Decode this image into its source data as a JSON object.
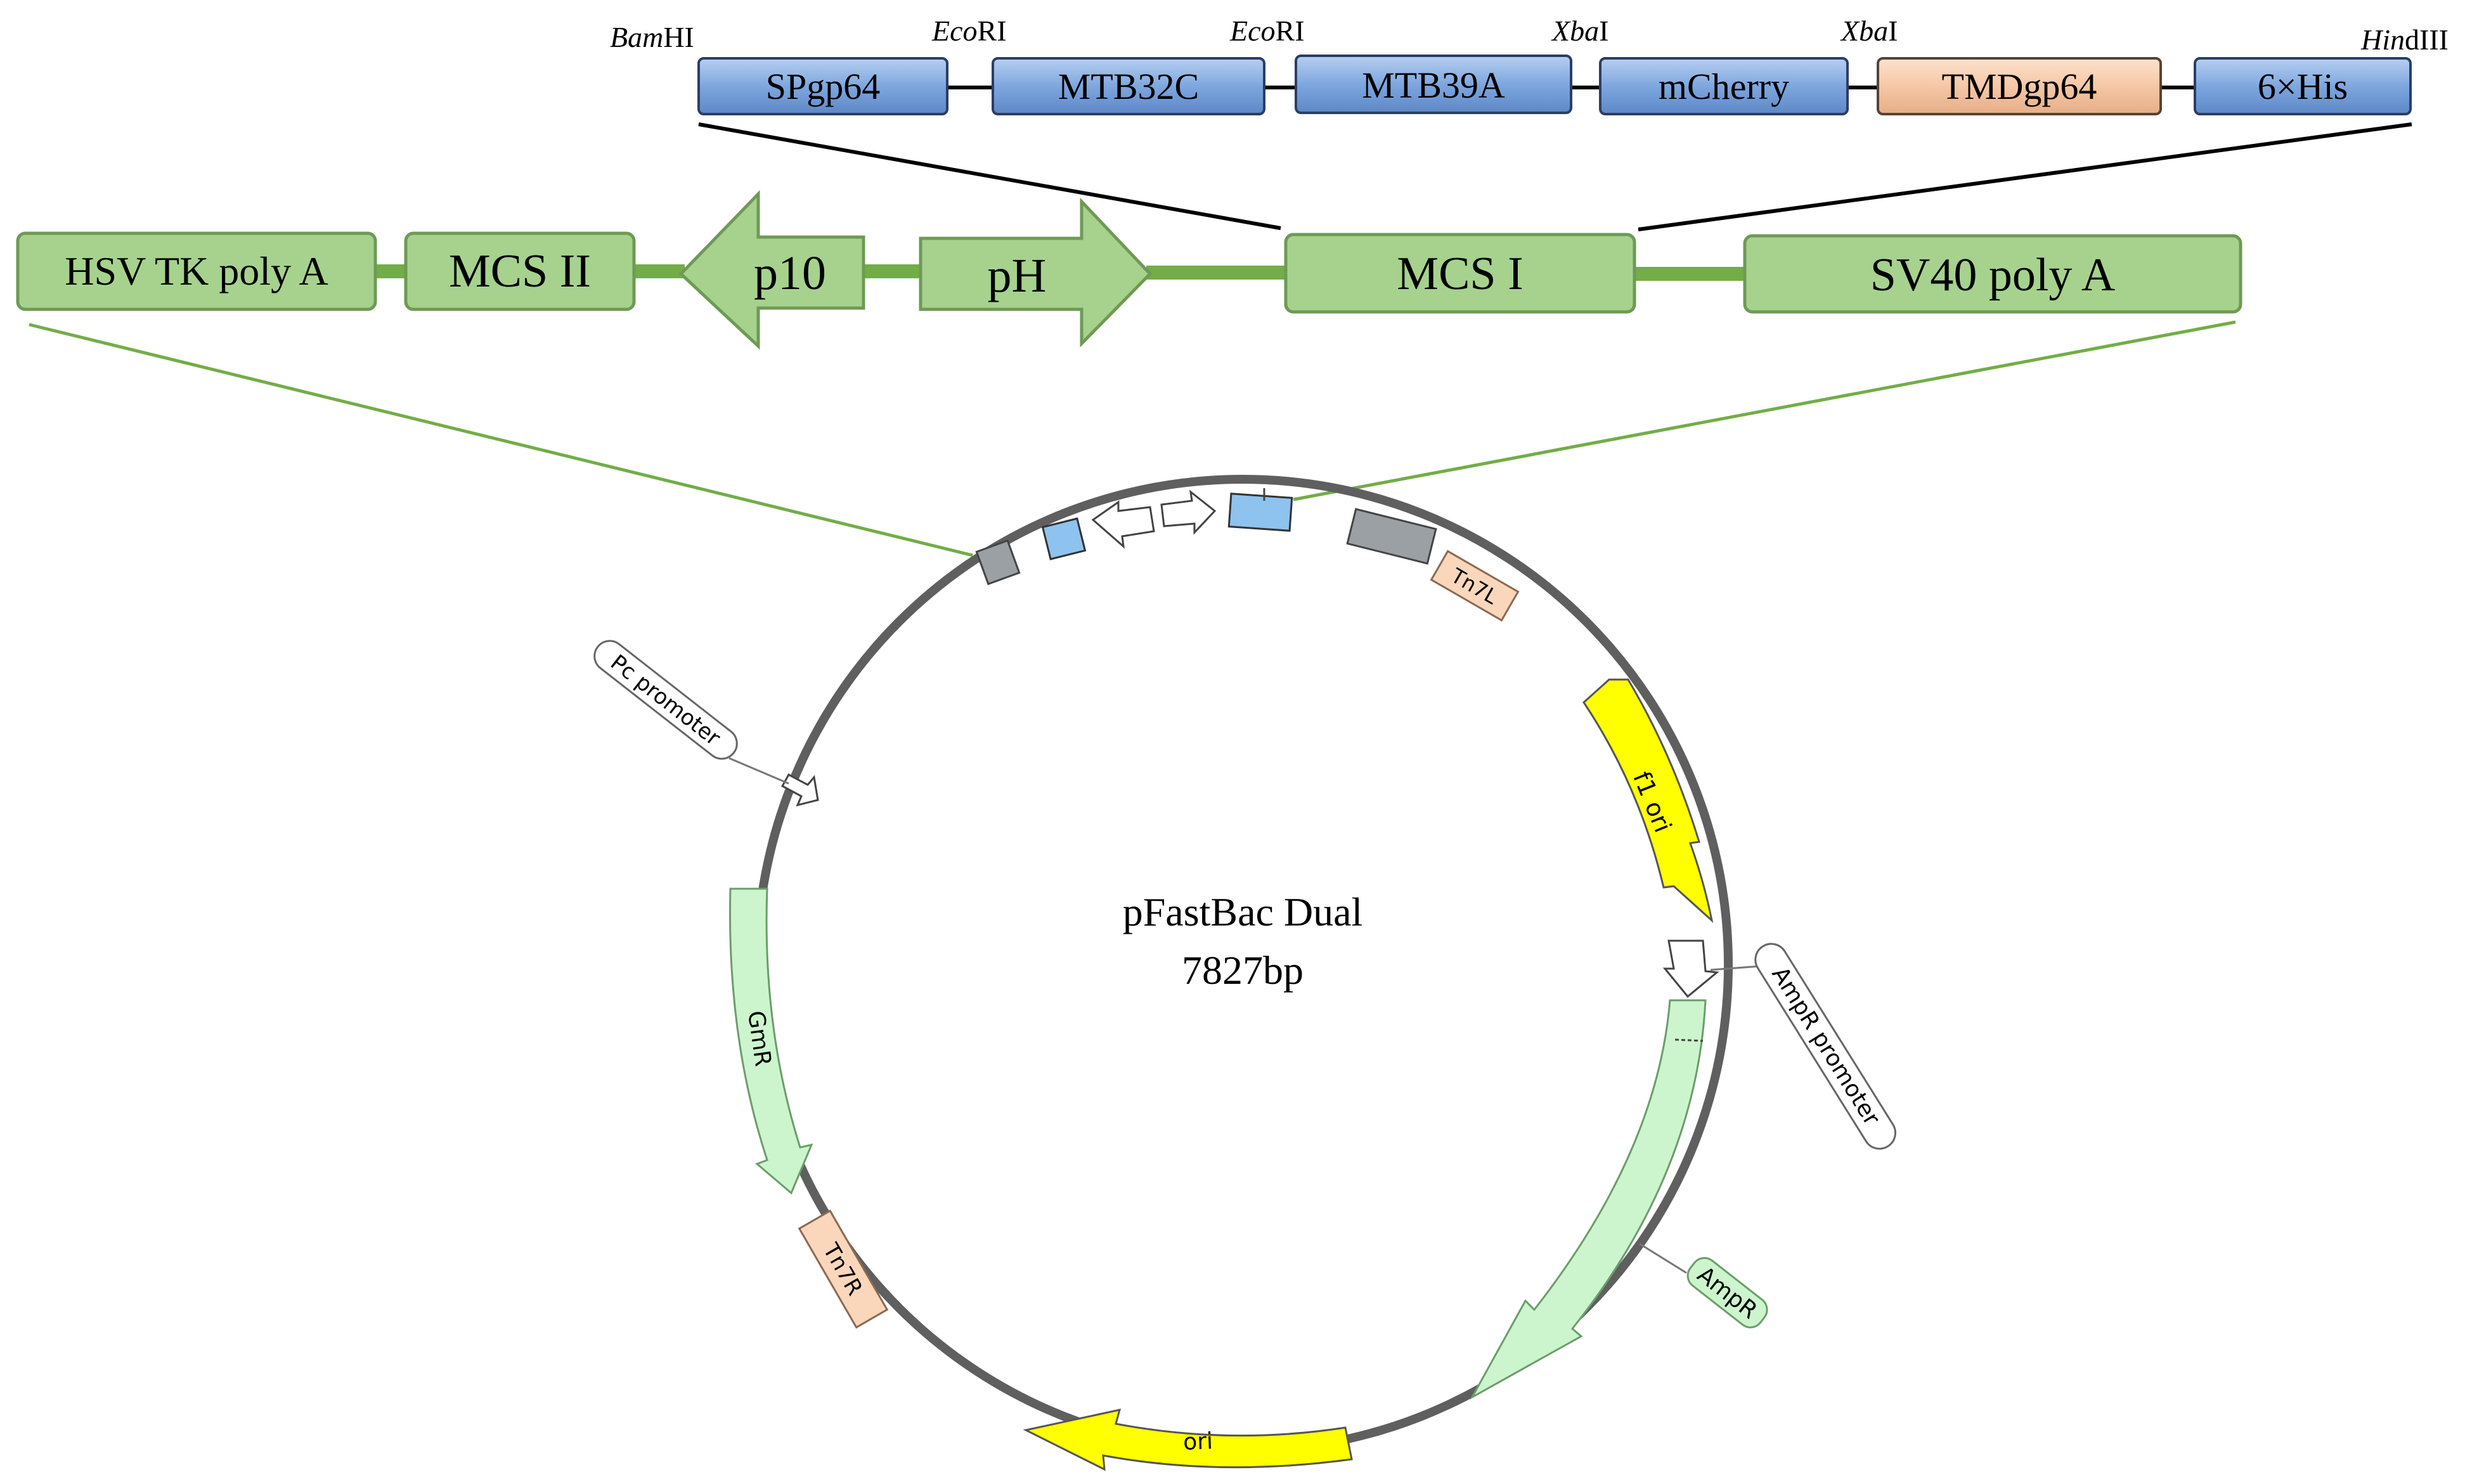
{
  "construct": {
    "sites": {
      "bamhi_it": "Bam",
      "bamhi_rest": "HI",
      "ecori1_it": "Eco",
      "ecori1_rest": "RI",
      "ecori2_it": "Eco",
      "ecori2_rest": "RI",
      "xbai1_it": "Xba",
      "xbai1_rest": "I",
      "xbai2_it": "Xba",
      "xbai2_rest": "I",
      "hindiii_it": "Hin",
      "hindiii_rest": "dIII"
    },
    "segments": {
      "spgp64": "SPgp64",
      "mtb32c": "MTB32C",
      "mtb39a": "MTB39A",
      "mcherry": "mCherry",
      "tmdgp64": "TMDgp64",
      "his": "6×His"
    }
  },
  "cassette": {
    "hsv_tk_polya": "HSV TK poly A",
    "mcs_ii": "MCS II",
    "p10": "p10",
    "ph": "pH",
    "mcs_i": "MCS I",
    "sv40_polya": "SV40 poly A"
  },
  "plasmid": {
    "name": "pFastBac Dual",
    "size": "7827bp",
    "features": {
      "tn7l": "Tn7L",
      "f1_ori": "f1 ori",
      "ampr_promoter": "AmpR promoter",
      "ampr": "AmpR",
      "ori": "ori",
      "tn7r": "Tn7R",
      "gmr": "GmR",
      "pc_promoter": "Pc promoter"
    }
  },
  "colors": {
    "blue_block": "#7ea7df",
    "tmd_block": "#f5c7a6",
    "cassette_green": "#a6d28e",
    "cassette_line": "#72ad47",
    "backbone": "#5f5f5f",
    "yellow": "#ffff00",
    "light_green": "#cdf5cd",
    "tn7": "#fad7bb",
    "mcs_blue": "#8ec3ef",
    "grey_block": "#9aa0a3"
  }
}
